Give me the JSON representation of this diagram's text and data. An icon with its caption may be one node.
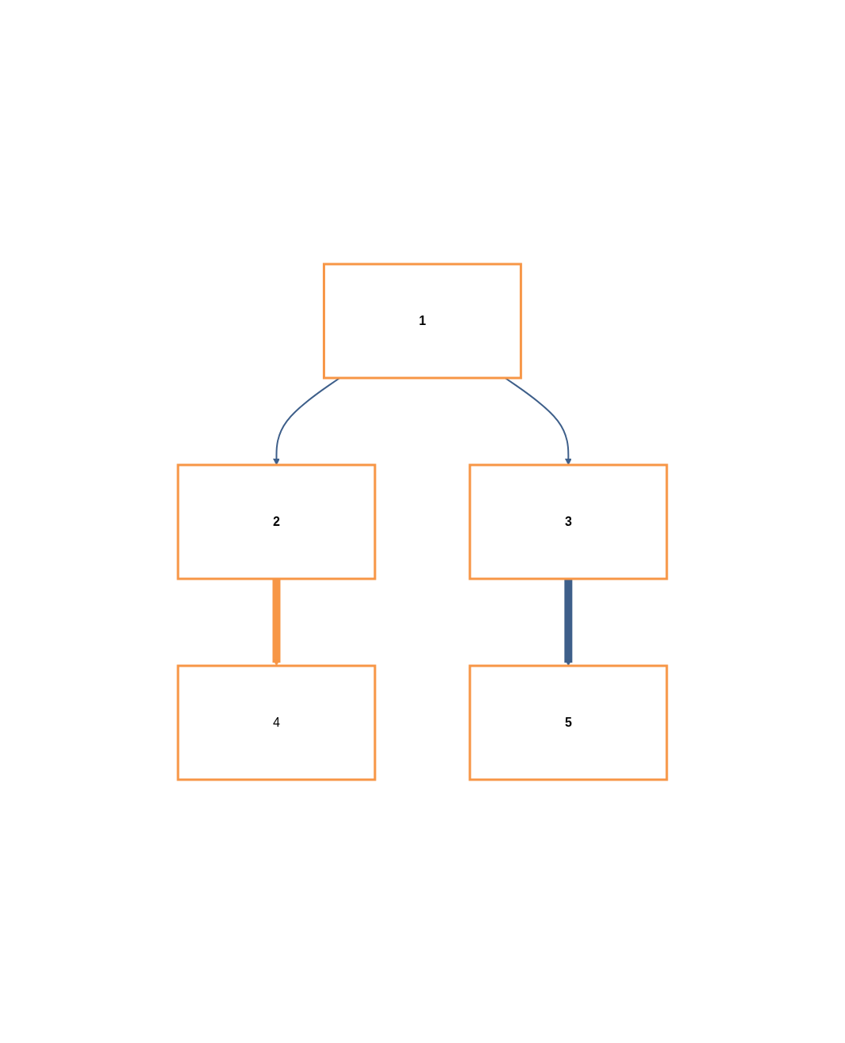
{
  "diagram": {
    "nodes": [
      {
        "text": [
          "1"
        ]
      },
      {
        "text": [
          "2"
        ]
      },
      {
        "text": [
          "3"
        ]
      },
      {
        "text": [
          "4"
        ]
      },
      {
        "text": [
          "5"
        ]
      }
    ],
    "edges": [
      {
        "from": 0,
        "to": 1,
        "arrow": "to"
      },
      {
        "from": 0,
        "to": 2,
        "arrow": "to"
      },
      {
        "from": 1,
        "to": 3,
        "arrow": "to",
        "style": "thick",
        "color": "#f79646"
      },
      {
        "from": 2,
        "to": 4,
        "arrow": "to",
        "style": "thick"
      }
    ]
  }
}
